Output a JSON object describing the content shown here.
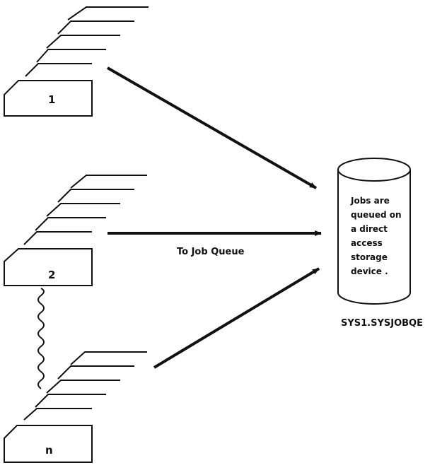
{
  "decks": [
    {
      "label": "1"
    },
    {
      "label": "2"
    },
    {
      "label": "n"
    }
  ],
  "arrow_label": "To Job Queue",
  "queue": {
    "lines": [
      "Jobs are",
      "queued on",
      "a direct",
      "access",
      "storage",
      "device ."
    ],
    "dataset_name": "SYS1.SYSJOBQE"
  },
  "colors": {
    "ink": "#111111",
    "background": "#ffffff"
  }
}
